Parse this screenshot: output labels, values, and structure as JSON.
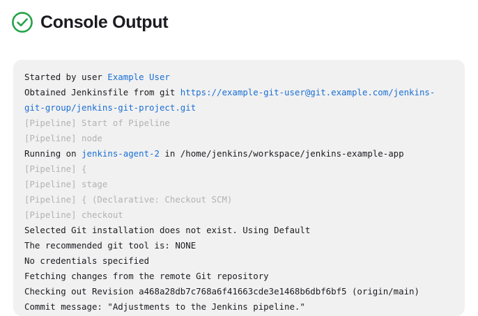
{
  "header": {
    "title": "Console Output",
    "status_icon": "check-circle-icon",
    "status_color": "#25a148"
  },
  "theme": {
    "page_background": "#ffffff",
    "card_background": "#f1f1f1",
    "text_color": "#1b1b20",
    "muted_color": "#b2b2b2",
    "link_color": "#1a6fd4",
    "success_color": "#25a148"
  },
  "console": {
    "lines": [
      {
        "style": "normal",
        "segments": [
          {
            "text": "Started by user ",
            "type": "text"
          },
          {
            "text": "Example User",
            "type": "link"
          }
        ]
      },
      {
        "style": "normal",
        "segments": [
          {
            "text": "Obtained Jenkinsfile from git ",
            "type": "text"
          },
          {
            "text": "https://example-git-user@git.example.com/jenkins-git-group/jenkins-git-project.git",
            "type": "link"
          }
        ]
      },
      {
        "style": "muted",
        "segments": [
          {
            "text": "[Pipeline] Start of Pipeline",
            "type": "text"
          }
        ]
      },
      {
        "style": "muted",
        "segments": [
          {
            "text": "[Pipeline] node",
            "type": "text"
          }
        ]
      },
      {
        "style": "normal",
        "segments": [
          {
            "text": "Running on ",
            "type": "text"
          },
          {
            "text": "jenkins-agent-2",
            "type": "link"
          },
          {
            "text": " in /home/jenkins/workspace/jenkins-example-app",
            "type": "text"
          }
        ]
      },
      {
        "style": "muted",
        "segments": [
          {
            "text": "[Pipeline] {",
            "type": "text"
          }
        ]
      },
      {
        "style": "muted",
        "segments": [
          {
            "text": "[Pipeline] stage",
            "type": "text"
          }
        ]
      },
      {
        "style": "muted",
        "segments": [
          {
            "text": "[Pipeline] { (Declarative: Checkout SCM)",
            "type": "text"
          }
        ]
      },
      {
        "style": "muted",
        "segments": [
          {
            "text": "[Pipeline] checkout",
            "type": "text"
          }
        ]
      },
      {
        "style": "normal",
        "segments": [
          {
            "text": "Selected Git installation does not exist. Using Default",
            "type": "text"
          }
        ]
      },
      {
        "style": "normal",
        "segments": [
          {
            "text": "The recommended git tool is: NONE",
            "type": "text"
          }
        ]
      },
      {
        "style": "normal",
        "segments": [
          {
            "text": "No credentials specified",
            "type": "text"
          }
        ]
      },
      {
        "style": "normal",
        "segments": [
          {
            "text": "Fetching changes from the remote Git repository",
            "type": "text"
          }
        ]
      },
      {
        "style": "normal",
        "segments": [
          {
            "text": "Checking out Revision a468a28db7c768a6f41663cde3e1468b6dbf6bf5 (origin/main)",
            "type": "text"
          }
        ]
      },
      {
        "style": "normal",
        "segments": [
          {
            "text": "Commit message: \"Adjustments to the Jenkins pipeline.\"",
            "type": "text"
          }
        ]
      }
    ]
  }
}
